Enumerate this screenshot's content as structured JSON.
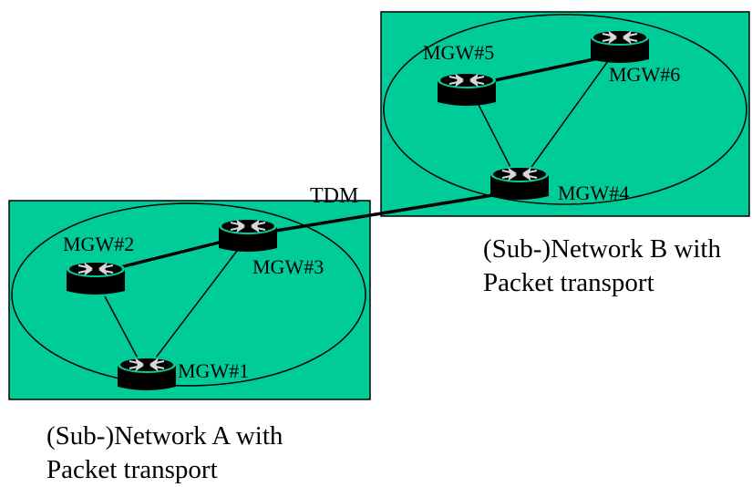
{
  "networks": {
    "a": {
      "caption_line1": "(Sub-)Network A with",
      "caption_line2": "Packet transport"
    },
    "b": {
      "caption_line1": "(Sub-)Network B with",
      "caption_line2": "Packet transport"
    }
  },
  "colors": {
    "network_fill": "#00cc99",
    "router_body": "#000000",
    "arrow": "#cfcfcf"
  },
  "link_label": "TDM",
  "gateways": {
    "mgw1": {
      "label": "MGW#1",
      "icon": "router-icon"
    },
    "mgw2": {
      "label": "MGW#2",
      "icon": "router-icon"
    },
    "mgw3": {
      "label": "MGW#3",
      "icon": "router-icon"
    },
    "mgw4": {
      "label": "MGW#4",
      "icon": "router-icon"
    },
    "mgw5": {
      "label": "MGW#5",
      "icon": "router-icon"
    },
    "mgw6": {
      "label": "MGW#6",
      "icon": "router-icon"
    }
  }
}
